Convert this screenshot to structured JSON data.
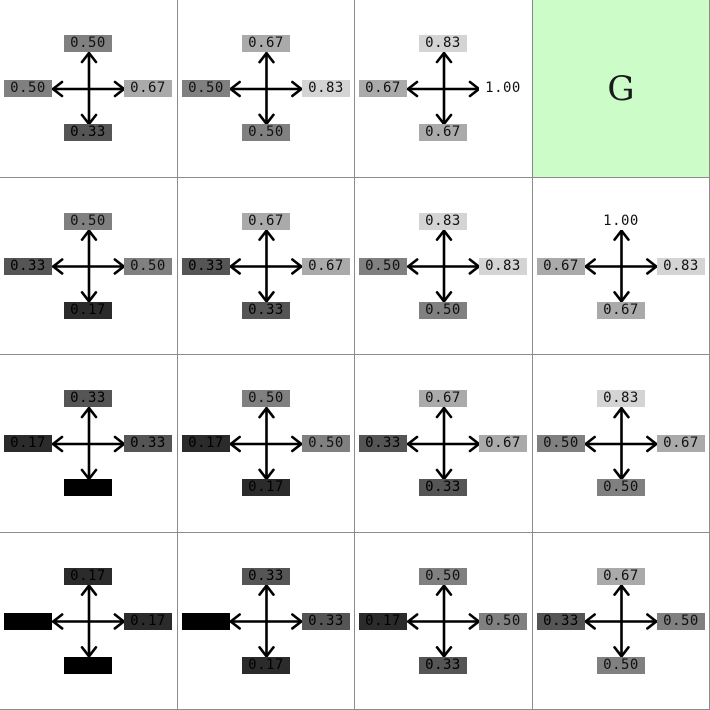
{
  "goal": {
    "label": "G",
    "color": "#ccfcc8"
  },
  "arrow_color": "#000000",
  "grid": {
    "rows": 4,
    "cols": 4,
    "cells": [
      [
        {
          "up": "0.50",
          "left": "0.50",
          "right": "0.67",
          "down": "0.33"
        },
        {
          "up": "0.67",
          "left": "0.50",
          "right": "0.83",
          "down": "0.50"
        },
        {
          "up": "0.83",
          "left": "0.67",
          "right": "1.00",
          "down": "0.67"
        },
        {
          "goal": true
        }
      ],
      [
        {
          "up": "0.50",
          "left": "0.33",
          "right": "0.50",
          "down": "0.17"
        },
        {
          "up": "0.67",
          "left": "0.33",
          "right": "0.67",
          "down": "0.33"
        },
        {
          "up": "0.83",
          "left": "0.50",
          "right": "0.83",
          "down": "0.50"
        },
        {
          "up": "1.00",
          "left": "0.67",
          "right": "0.83",
          "down": "0.67"
        }
      ],
      [
        {
          "up": "0.33",
          "left": "0.17",
          "right": "0.33",
          "down": ""
        },
        {
          "up": "0.50",
          "left": "0.17",
          "right": "0.50",
          "down": "0.17"
        },
        {
          "up": "0.67",
          "left": "0.33",
          "right": "0.67",
          "down": "0.33"
        },
        {
          "up": "0.83",
          "left": "0.50",
          "right": "0.67",
          "down": "0.50"
        }
      ],
      [
        {
          "up": "0.17",
          "left": "",
          "right": "0.17",
          "down": ""
        },
        {
          "up": "0.33",
          "left": "",
          "right": "0.33",
          "down": "0.17"
        },
        {
          "up": "0.50",
          "left": "0.17",
          "right": "0.50",
          "down": "0.33"
        },
        {
          "up": "0.67",
          "left": "0.33",
          "right": "0.50",
          "down": "0.50"
        }
      ]
    ]
  },
  "value_shades": [
    {
      "value": "1.00",
      "color": "#ffffff"
    },
    {
      "value": "0.83",
      "color": "#d4d4d4"
    },
    {
      "value": "0.67",
      "color": "#aaaaaa"
    },
    {
      "value": "0.50",
      "color": "#808080"
    },
    {
      "value": "0.33",
      "color": "#555555"
    },
    {
      "value": "0.17",
      "color": "#2b2b2b"
    },
    {
      "value": "",
      "color": "#000000"
    }
  ]
}
